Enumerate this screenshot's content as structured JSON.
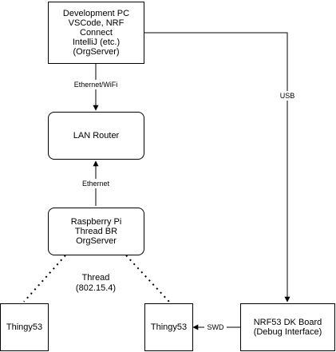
{
  "nodes": {
    "dev_pc": [
      "Development PC",
      "VSCode, NRF",
      "Connect",
      "IntelliJ (etc.)",
      "(OrgServer)"
    ],
    "lan_router": "LAN Router",
    "raspberry_pi": [
      "Raspberry Pi",
      "Thread BR",
      "OrgServer"
    ],
    "thingy_left": "Thingy53",
    "thingy_right": "Thingy53",
    "nrf53_dk": [
      "NRF53 DK Board",
      "(Debug Interface)"
    ]
  },
  "edges": {
    "ethernet_wifi": "Ethernet/WiFi",
    "ethernet": "Ethernet",
    "usb": "USB",
    "swd": "SWD",
    "thread": [
      "Thread",
      "(802.15.4)"
    ]
  },
  "colors": {
    "stroke": "#000000",
    "background": "#ffffff"
  }
}
